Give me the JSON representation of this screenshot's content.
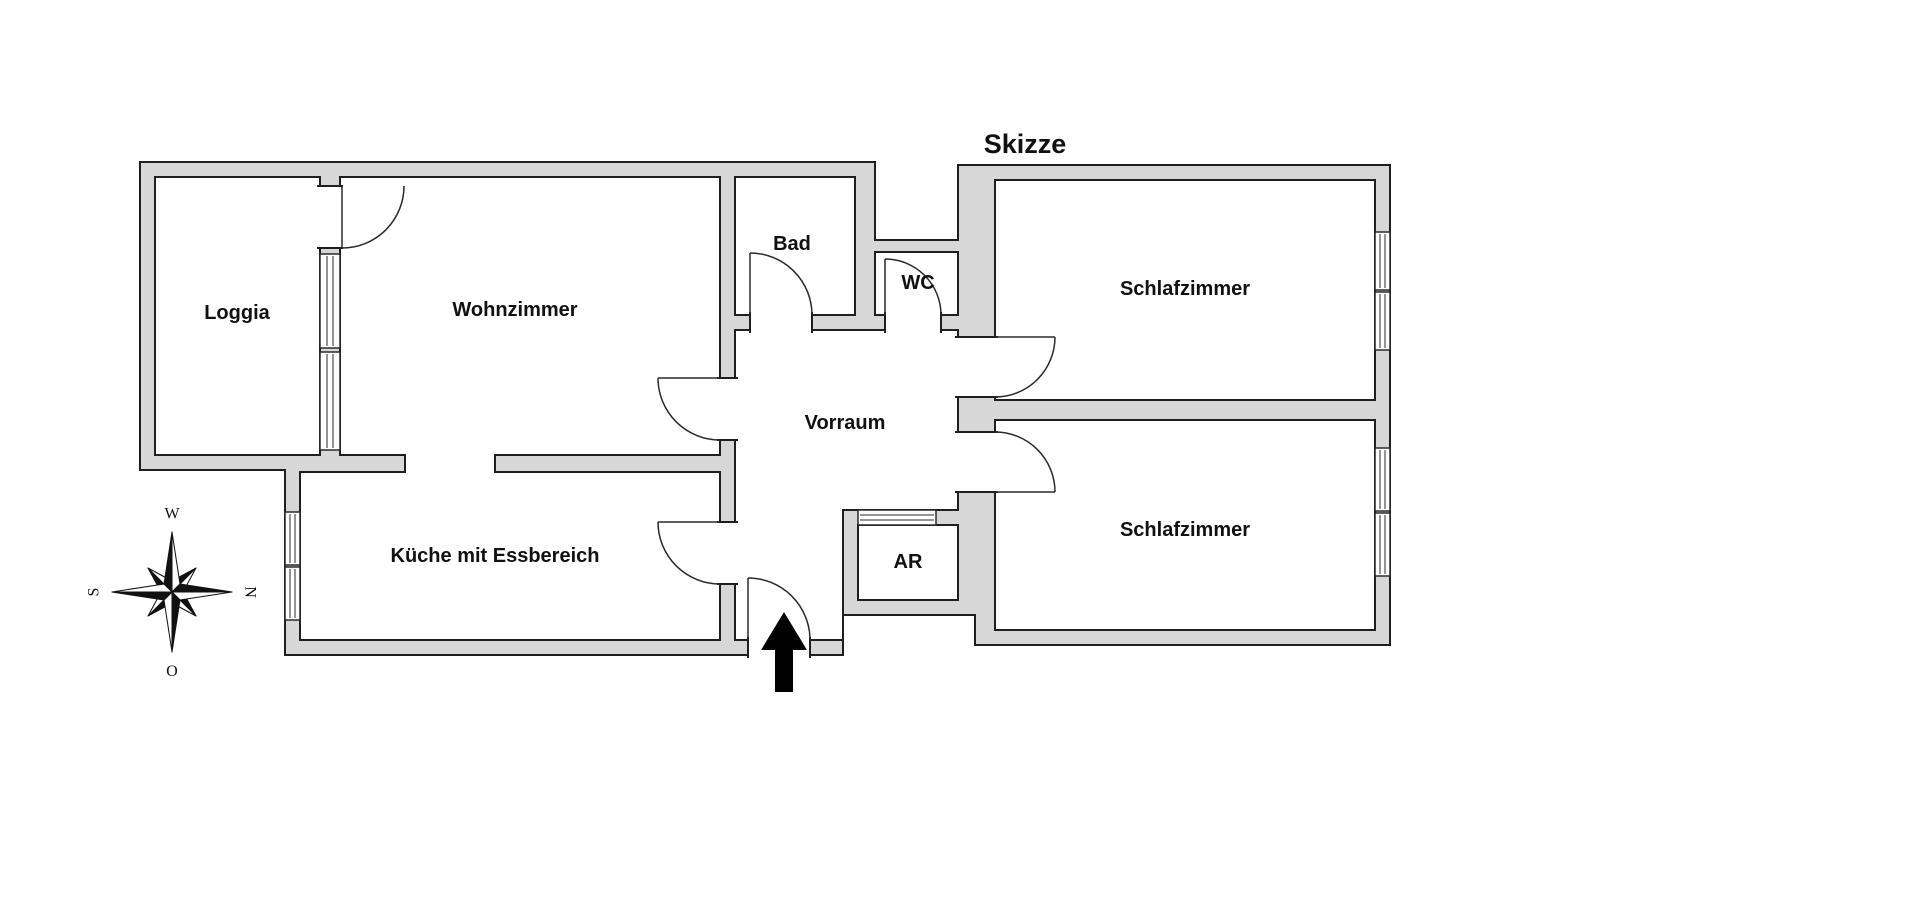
{
  "title": "Skizze",
  "rooms": [
    {
      "name": "loggia",
      "label": "Loggia"
    },
    {
      "name": "wohnzimmer",
      "label": "Wohnzimmer"
    },
    {
      "name": "bad",
      "label": "Bad"
    },
    {
      "name": "wc",
      "label": "WC"
    },
    {
      "name": "schlafzimmer-top",
      "label": "Schlafzimmer"
    },
    {
      "name": "vorraum",
      "label": "Vorraum"
    },
    {
      "name": "kueche",
      "label": "Küche mit Essbereich"
    },
    {
      "name": "ar",
      "label": "AR"
    },
    {
      "name": "schlafzimmer-bottom",
      "label": "Schlafzimmer"
    }
  ],
  "compass": {
    "west": "W",
    "north": "N",
    "south": "S",
    "east": "O"
  },
  "icons": {
    "entrance": "entrance-arrow-up",
    "compass": "compass-rose"
  },
  "colors": {
    "wall_fill": "#d7d7d7",
    "wall_outline": "#1f1f1f",
    "background": "#ffffff",
    "arrow": "#000000",
    "text": "#111111"
  }
}
